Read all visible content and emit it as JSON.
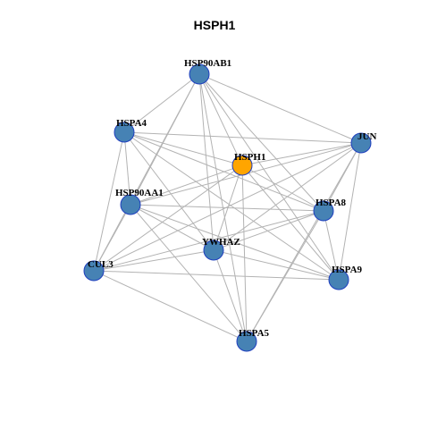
{
  "title": "HSPH1",
  "colors": {
    "center": "#ffa500",
    "node": "#4682b4",
    "border": "#1f3fbf",
    "edge": "#b3b3b3"
  },
  "nodes": [
    {
      "id": "HSPH1",
      "label": "HSPH1",
      "center": true
    },
    {
      "id": "HSP90AB1",
      "label": "HSP90AB1"
    },
    {
      "id": "HSPA4",
      "label": "HSPA4"
    },
    {
      "id": "JUN",
      "label": "JUN"
    },
    {
      "id": "HSP90AA1",
      "label": "HSP90AA1"
    },
    {
      "id": "HSPA8",
      "label": "HSPA8"
    },
    {
      "id": "YWHAZ",
      "label": "YWHAZ"
    },
    {
      "id": "CUL3",
      "label": "CUL3"
    },
    {
      "id": "HSPA9",
      "label": "HSPA9"
    },
    {
      "id": "HSPA5",
      "label": "HSPA5"
    }
  ],
  "edges": [
    [
      "HSPH1",
      "HSP90AB1"
    ],
    [
      "HSPH1",
      "HSPA4"
    ],
    [
      "HSPH1",
      "JUN"
    ],
    [
      "HSPH1",
      "HSP90AA1"
    ],
    [
      "HSPH1",
      "HSPA8"
    ],
    [
      "HSPH1",
      "YWHAZ"
    ],
    [
      "HSPH1",
      "CUL3"
    ],
    [
      "HSPH1",
      "HSPA9"
    ],
    [
      "HSPH1",
      "HSPA5"
    ],
    [
      "HSP90AB1",
      "HSPA4"
    ],
    [
      "HSP90AB1",
      "JUN"
    ],
    [
      "HSP90AB1",
      "HSP90AA1"
    ],
    [
      "HSP90AB1",
      "HSPA8"
    ],
    [
      "HSP90AB1",
      "YWHAZ"
    ],
    [
      "HSP90AB1",
      "CUL3"
    ],
    [
      "HSP90AB1",
      "HSPA9"
    ],
    [
      "HSP90AB1",
      "HSPA5"
    ],
    [
      "HSPA4",
      "JUN"
    ],
    [
      "HSPA4",
      "HSP90AA1"
    ],
    [
      "HSPA4",
      "HSPA8"
    ],
    [
      "HSPA4",
      "YWHAZ"
    ],
    [
      "HSPA4",
      "CUL3"
    ],
    [
      "HSPA4",
      "HSPA9"
    ],
    [
      "JUN",
      "HSP90AA1"
    ],
    [
      "JUN",
      "HSPA8"
    ],
    [
      "JUN",
      "YWHAZ"
    ],
    [
      "JUN",
      "CUL3"
    ],
    [
      "JUN",
      "HSPA9"
    ],
    [
      "JUN",
      "HSPA5"
    ],
    [
      "HSP90AA1",
      "HSPA8"
    ],
    [
      "HSP90AA1",
      "YWHAZ"
    ],
    [
      "HSP90AA1",
      "CUL3"
    ],
    [
      "HSP90AA1",
      "HSPA9"
    ],
    [
      "HSP90AA1",
      "HSPA5"
    ],
    [
      "HSPA8",
      "YWHAZ"
    ],
    [
      "HSPA8",
      "CUL3"
    ],
    [
      "HSPA8",
      "HSPA9"
    ],
    [
      "HSPA8",
      "HSPA5"
    ],
    [
      "YWHAZ",
      "CUL3"
    ],
    [
      "YWHAZ",
      "HSPA9"
    ],
    [
      "YWHAZ",
      "HSPA5"
    ],
    [
      "CUL3",
      "HSPA9"
    ],
    [
      "CUL3",
      "HSPA5"
    ]
  ]
}
